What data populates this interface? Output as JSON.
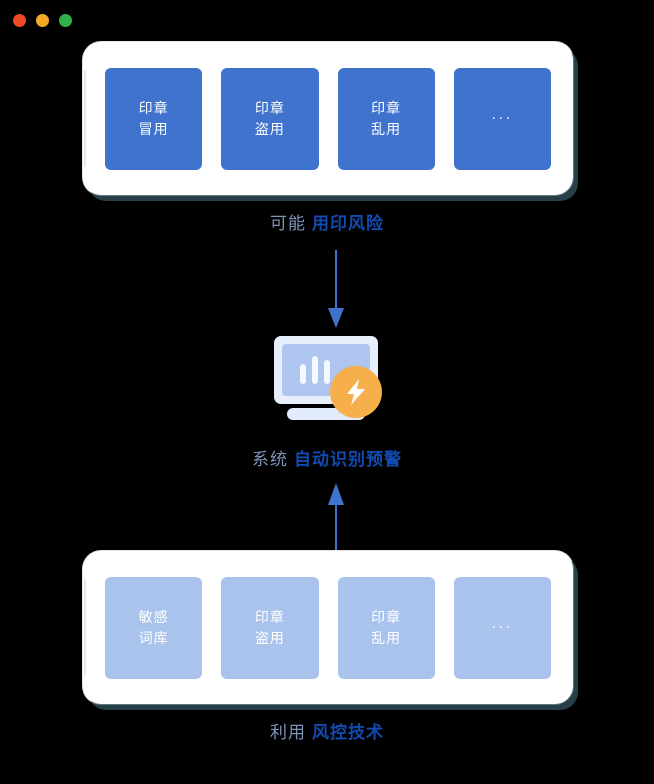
{
  "window": {
    "traffic_lights": [
      {
        "name": "close",
        "color": "#ec4a26"
      },
      {
        "name": "minimize",
        "color": "#f2ab24"
      },
      {
        "name": "maximize",
        "color": "#31b14a"
      }
    ]
  },
  "background_color": "#000000",
  "panels": {
    "top": {
      "tile_color": "#3f73cd",
      "tiles": [
        {
          "line1": "印章",
          "line2": "冒用",
          "ellipsis": false
        },
        {
          "line1": "印章",
          "line2": "盗用",
          "ellipsis": false
        },
        {
          "line1": "印章",
          "line2": "乱用",
          "ellipsis": false
        },
        {
          "line1": "...",
          "line2": "",
          "ellipsis": true
        }
      ]
    },
    "bottom": {
      "tile_color": "#a9c3ec",
      "tiles": [
        {
          "line1": "敏感",
          "line2": "词库",
          "ellipsis": false
        },
        {
          "line1": "印章",
          "line2": "盗用",
          "ellipsis": false
        },
        {
          "line1": "印章",
          "line2": "乱用",
          "ellipsis": false
        },
        {
          "line1": "...",
          "line2": "",
          "ellipsis": true
        }
      ]
    }
  },
  "captions": {
    "top": {
      "muted": "可能",
      "strong": "用印风险"
    },
    "middle": {
      "muted": "系统",
      "strong": "自动识别预警"
    },
    "bottom": {
      "muted": "利用",
      "strong": "风控技术"
    }
  },
  "caption_colors": {
    "muted": "#7e93b8",
    "strong": "#114bb2"
  },
  "arrows": {
    "down": {
      "direction": "down",
      "color": "#3f73cd"
    },
    "up": {
      "direction": "up",
      "color": "#3f73cd"
    }
  },
  "illustration": {
    "name": "monitor-with-chart",
    "frame_color": "#e7effc",
    "screen_color": "#aec6ef",
    "badge_color": "#f7af4c",
    "badge_icon": "lightning-bolt-icon",
    "chart_bars": [
      20,
      28,
      24
    ]
  }
}
